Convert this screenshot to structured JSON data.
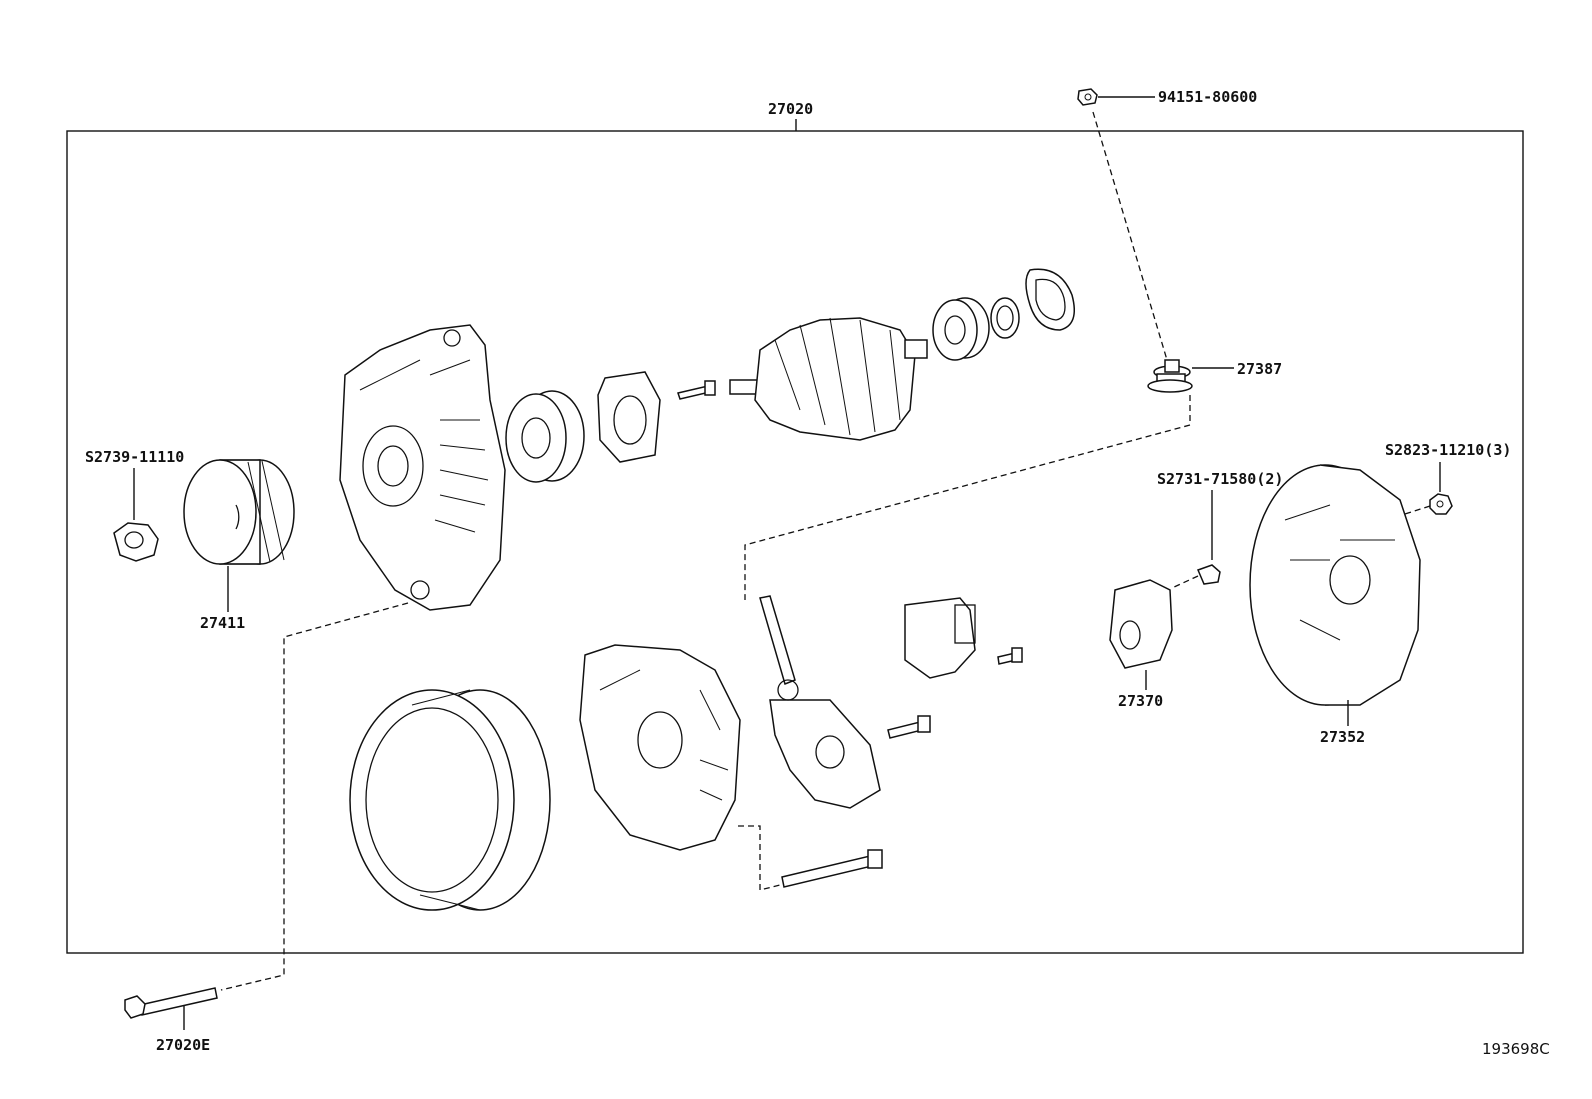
{
  "diagram": {
    "labels": {
      "assembly": "27020",
      "nut_top": "94151-80600",
      "bushing": "27387",
      "pulley_nut": "S2739-11110",
      "pulley": "27411",
      "cover_nut": "S2823-11210(3)",
      "holder_screw": "S2731-71580(2)",
      "brush_holder": "27370",
      "rear_cover": "27352",
      "through_bolt": "27020E"
    },
    "catalog_code": "193698C"
  }
}
